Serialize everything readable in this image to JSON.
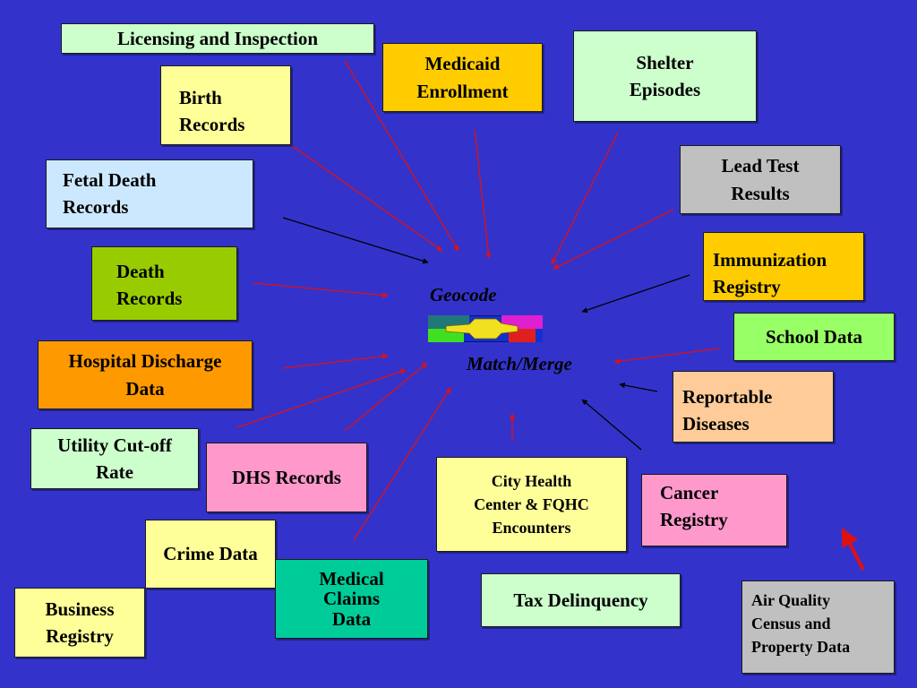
{
  "center": {
    "geocode_label": "Geocode",
    "match_label": "Match/Merge"
  },
  "colors": {
    "background": "#3333cc",
    "arrow_red": "#e01010",
    "arrow_black": "#000000"
  },
  "sources": {
    "licensing": "Licensing and Inspection",
    "birth": "Birth\nRecords",
    "fetal_death": "Fetal Death\nRecords",
    "death": "Death\nRecords",
    "hospital": "Hospital Discharge\nData",
    "utility": "Utility Cut-off\nRate",
    "dhs": "DHS Records",
    "crime": "Crime Data",
    "business": "Business\nRegistry",
    "medical_claims": "Medical\nClaims\nData",
    "medicaid": "Medicaid\nEnrollment",
    "shelter": "Shelter\nEpisodes",
    "lead": "Lead Test\nResults",
    "immunization": "Immunization\nRegistry",
    "school": "School  Data",
    "reportable": "Reportable\nDiseases",
    "cancer": "Cancer\nRegistry",
    "city_health": "City Health\nCenter & FQHC\nEncounters",
    "tax": "Tax Delinquency",
    "air_quality": "Air Quality\nCensus and\nProperty Data"
  }
}
